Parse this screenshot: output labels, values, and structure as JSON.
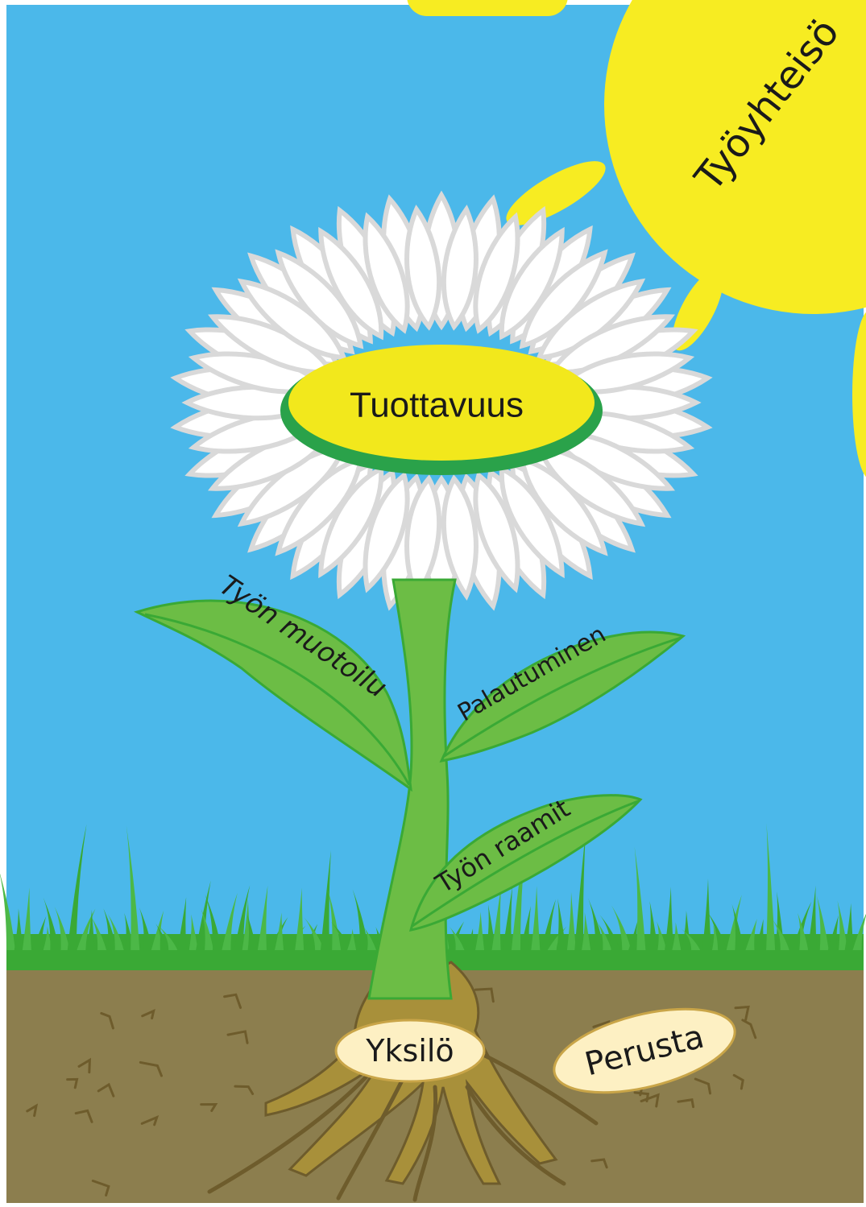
{
  "diagram": {
    "sun_label": "Työyhteisö",
    "flower_center_label": "Tuottavuus",
    "leaves": {
      "left": "Työn muotoilu",
      "right_upper": "Palautuminen",
      "right_lower": "Työn raamit"
    },
    "root_label": "Yksilö",
    "soil_label": "Perusta"
  },
  "colors": {
    "sky": "#4bb8ea",
    "sun": "#f7ec22",
    "petal": "#ffffff",
    "petal_outline": "#d9d9d9",
    "flower_center": "#f2e81c",
    "stem": "#6cbd45",
    "leaf": "#6cbd45",
    "grass": "#3aa935",
    "soil": "#8c7e4e",
    "root": "#a8903a",
    "label_pill": "#fdf0c3"
  }
}
